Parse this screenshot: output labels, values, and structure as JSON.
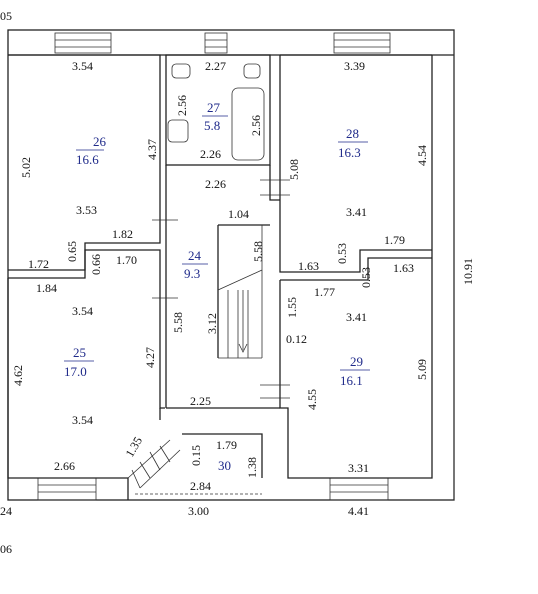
{
  "rooms": [
    {
      "number": "26",
      "area": "16.6"
    },
    {
      "number": "27",
      "area": "5.8"
    },
    {
      "number": "28",
      "area": "16.3"
    },
    {
      "number": "24",
      "area": "9.3"
    },
    {
      "number": "25",
      "area": "17.0"
    },
    {
      "number": "29",
      "area": "16.1"
    },
    {
      "number": "30",
      "area": ""
    }
  ],
  "dimensions": {
    "top_left_edge": "05",
    "r26_top": "3.54",
    "r26_left": "5.02",
    "r26_right": "4.37",
    "r26_bottom": "3.53",
    "r27_top": "2.27",
    "r27_left": "2.56",
    "r27_tub": "2.56",
    "r27_bottom": "2.26",
    "r28_top": "3.39",
    "r28_left": "5.08",
    "r28_right": "4.54",
    "r28_bottom": "3.41",
    "corridor_top": "2.26",
    "corridor_inner": "1.04",
    "corridor_left": "1.82",
    "corridor_stair": "5.58",
    "hall_a": "0.65",
    "hall_b": "1.72",
    "hall_c": "0.66",
    "hall_d": "1.70",
    "hall_e": "1.84",
    "right_hall_a": "0.53",
    "right_hall_b": "1.79",
    "right_hall_c": "1.63",
    "right_hall_d": "0.53",
    "right_hall_e": "1.63",
    "right_hall_f": "1.77",
    "r25_top": "3.54",
    "r25_left": "4.62",
    "r25_right": "4.27",
    "r25_bottom": "3.54",
    "r24_left": "5.58",
    "r24_stair": "3.12",
    "r29_left": "1.55",
    "r29_left2": "0.12",
    "r29_top": "3.41",
    "r29_right": "5.09",
    "r29_left3": "4.55",
    "r29_bottom": "3.31",
    "stair_bottom": "2.25",
    "diag": "1.35",
    "r30_a": "0.15",
    "r30_b": "1.79",
    "r30_right": "1.38",
    "r30_bottom": "2.84",
    "r25_base": "2.66",
    "overall_height": "10.91",
    "bottom_left_edge": "24",
    "bottom_mid": "3.00",
    "bottom_right": "4.41",
    "footer_edge": "06"
  }
}
